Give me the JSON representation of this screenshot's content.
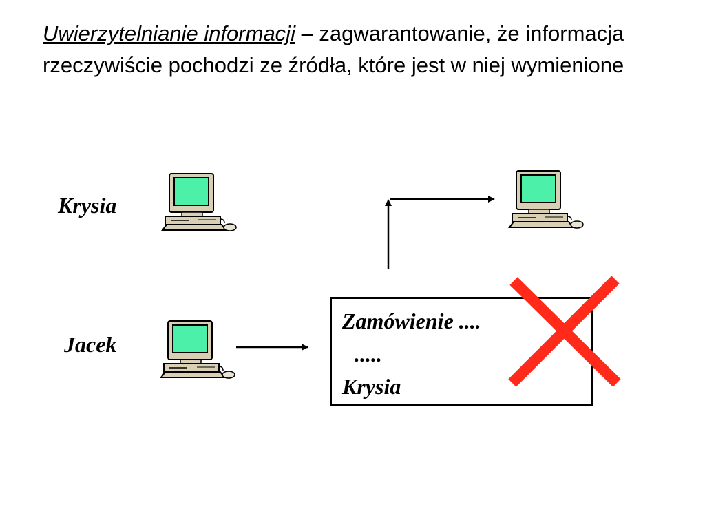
{
  "heading": {
    "term": "Uwierzytelnianie informacji",
    "definition": " – zagwarantowanie, że informacja rzeczywiście pochodzi ze źródła, które jest w niej wymienione"
  },
  "nodes": {
    "sender_name": "Krysia",
    "receiver_name": "Jacek"
  },
  "message": {
    "line1": "Zamówienie ....",
    "line2": ".....",
    "signature": "Krysia"
  },
  "icons": {
    "computer": "computer-icon",
    "reject": "red-x-icon"
  },
  "colors": {
    "screen": "#4df0a8",
    "case": "#d8cfb4",
    "reject": "#ff2a1a"
  }
}
